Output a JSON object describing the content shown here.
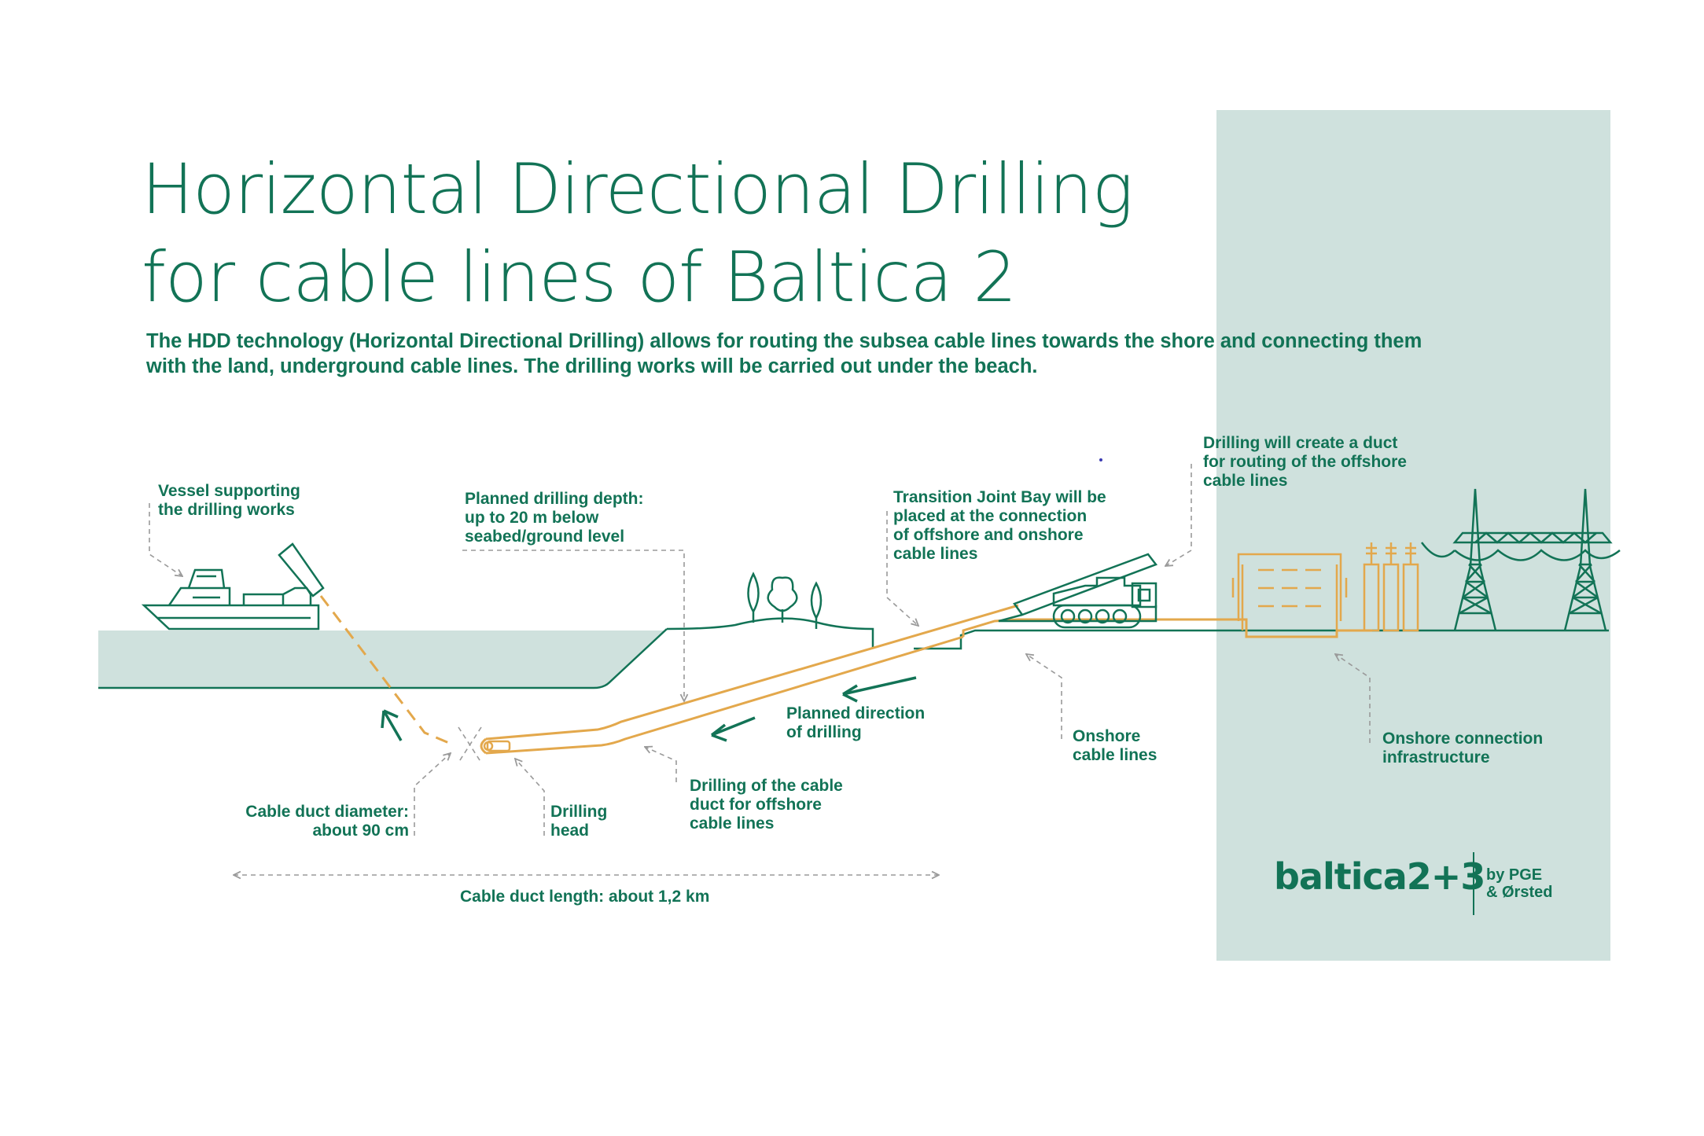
{
  "title": {
    "line1": "Horizontal Directional Drilling",
    "line2": "for cable lines of Baltica 2"
  },
  "intro": {
    "line1": "The HDD technology (Horizontal Directional Drilling) allows for routing the subsea cable lines towards the shore and connecting them",
    "line2": "with the land, underground cable lines. The drilling works will be carried out under the beach."
  },
  "labels": {
    "vessel": [
      "Vessel supporting",
      "the drilling works"
    ],
    "depth": [
      "Planned drilling depth:",
      "up to 20 m below",
      "seabed/ground level"
    ],
    "tjb": [
      "Transition Joint Bay will be",
      "placed at the connection",
      "of offshore and onshore",
      "cable lines"
    ],
    "duct_create": [
      "Drilling will create a duct",
      "for routing of the offshore",
      "cable lines"
    ],
    "direction": [
      "Planned direction",
      "of drilling"
    ],
    "onshore_lines": [
      "Onshore",
      "cable lines"
    ],
    "onshore_infra": [
      "Onshore connection",
      "infrastructure"
    ],
    "drilling_duct": [
      "Drilling of the cable",
      "duct for offshore",
      "cable lines"
    ],
    "diameter": [
      "Cable duct diameter:",
      "about 90 cm"
    ],
    "head": [
      "Drilling",
      "head"
    ],
    "length": "Cable duct length: about 1,2 km"
  },
  "logo": {
    "name": "baltica2+3",
    "by_line1": "by PGE",
    "by_line2": "& Ørsted"
  },
  "colors": {
    "primary_green": "#127356",
    "sea_fill": "#cfe1dd",
    "cable_orange": "#e3a84c",
    "leader_grey": "#9a9a9a"
  }
}
